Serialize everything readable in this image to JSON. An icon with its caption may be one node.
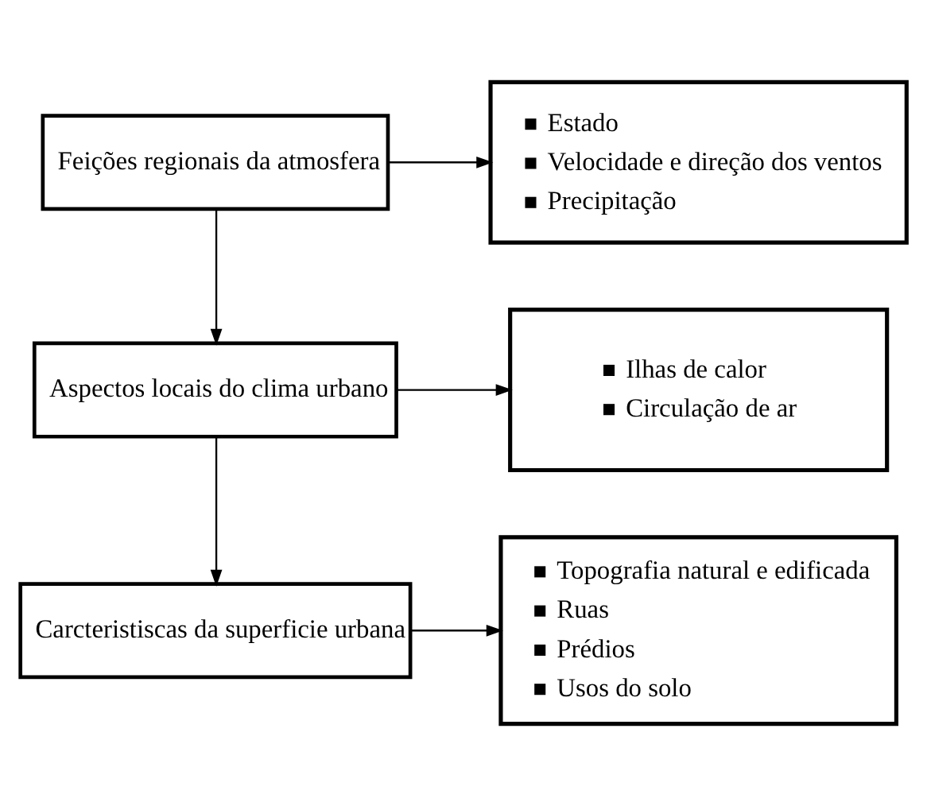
{
  "diagram": {
    "nodes": [
      {
        "text": [
          "Feições regionais da atmosfera"
        ]
      },
      {
        "text": [
          "Estado",
          "Velocidade e direção dos ventos",
          "Precipitação"
        ]
      },
      {
        "text": [
          "Aspectos locais do clima urbano"
        ]
      },
      {
        "text": [
          "Ilhas de calor",
          "Circulação de ar"
        ]
      },
      {
        "text": [
          "Carcteristiscas da superficie urbana"
        ]
      },
      {
        "text": [
          "Topografia natural e edificada",
          "Ruas",
          "Prédios",
          "Usos do solo"
        ]
      }
    ],
    "edges": [
      {
        "from": 0,
        "to": 1,
        "arrow": "to"
      },
      {
        "from": 0,
        "to": 2,
        "arrow": "to"
      },
      {
        "from": 2,
        "to": 3,
        "arrow": "to"
      },
      {
        "from": 2,
        "to": 4,
        "arrow": "to"
      },
      {
        "from": 4,
        "to": 5,
        "arrow": "to"
      }
    ]
  }
}
